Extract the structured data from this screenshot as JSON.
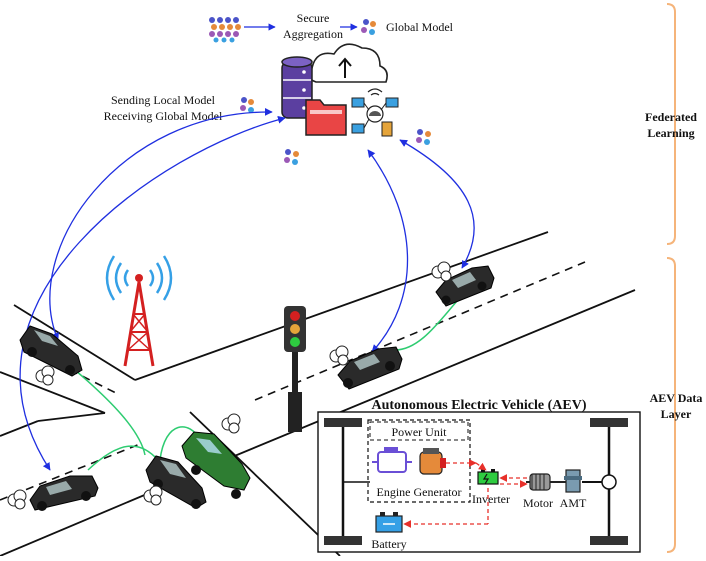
{
  "top": {
    "secure_aggregation_line1": "Secure",
    "secure_aggregation_line2": "Aggregation",
    "global_model": "Global Model",
    "sending_local_model": "Sending Local Model",
    "receiving_global_model": "Receiving Global Model"
  },
  "layers": {
    "federated_line1": "Federated",
    "federated_line2": "Learning",
    "aev_line1": "AEV Data",
    "aev_line2": "Layer"
  },
  "aev_box": {
    "title": "Autonomous Electric Vehicle (AEV)",
    "power_unit": "Power Unit",
    "engine_generator": "Engine Generator",
    "inverter": "Inverter",
    "motor": "Motor",
    "amt": "AMT",
    "battery": "Battery"
  },
  "colors": {
    "blue_link": "#1f2fe0",
    "green_link": "#2ecc71",
    "red_flow": "#e8302a",
    "bracket": "#f5b47a",
    "tower": "#d42020"
  }
}
